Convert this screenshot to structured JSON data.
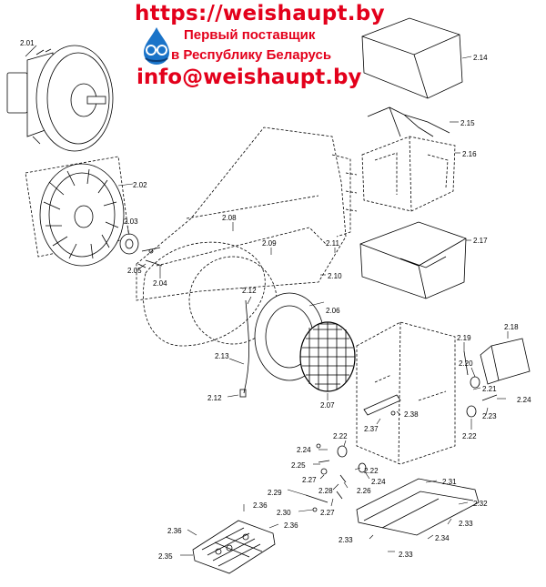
{
  "header": {
    "url": "https://weishaupt.by",
    "line1": "Первый поставщик",
    "line2": "в Республику Беларусь",
    "email": "info@weishaupt.by",
    "accent_color": "#e3001b",
    "logo_color": "#1a73c8"
  },
  "parts": [
    {
      "id": "p201",
      "label": "2.01"
    },
    {
      "id": "p202",
      "label": "2.02"
    },
    {
      "id": "p203",
      "label": "2.03"
    },
    {
      "id": "p204",
      "label": "2.04"
    },
    {
      "id": "p205",
      "label": "2.05"
    },
    {
      "id": "p206",
      "label": "2.06"
    },
    {
      "id": "p207",
      "label": "2.07"
    },
    {
      "id": "p208",
      "label": "2.08"
    },
    {
      "id": "p209",
      "label": "2.09"
    },
    {
      "id": "p210",
      "label": "2.10"
    },
    {
      "id": "p211",
      "label": "2.11"
    },
    {
      "id": "p212a",
      "label": "2.12"
    },
    {
      "id": "p212b",
      "label": "2.12"
    },
    {
      "id": "p213",
      "label": "2.13"
    },
    {
      "id": "p214",
      "label": "2.14"
    },
    {
      "id": "p215",
      "label": "2.15"
    },
    {
      "id": "p216",
      "label": "2.16"
    },
    {
      "id": "p217",
      "label": "2.17"
    },
    {
      "id": "p218",
      "label": "2.18"
    },
    {
      "id": "p219",
      "label": "2.19"
    },
    {
      "id": "p220",
      "label": "2.20"
    },
    {
      "id": "p221",
      "label": "2.21"
    },
    {
      "id": "p222a",
      "label": "2.22"
    },
    {
      "id": "p222b",
      "label": "2.22"
    },
    {
      "id": "p222c",
      "label": "2.22"
    },
    {
      "id": "p223",
      "label": "2.23"
    },
    {
      "id": "p224a",
      "label": "2.24"
    },
    {
      "id": "p224b",
      "label": "2.24"
    },
    {
      "id": "p224c",
      "label": "2.24"
    },
    {
      "id": "p225",
      "label": "2.25"
    },
    {
      "id": "p226",
      "label": "2.26"
    },
    {
      "id": "p227a",
      "label": "2.27"
    },
    {
      "id": "p227b",
      "label": "2.27"
    },
    {
      "id": "p228",
      "label": "2.28"
    },
    {
      "id": "p229",
      "label": "2.29"
    },
    {
      "id": "p230",
      "label": "2.30"
    },
    {
      "id": "p231",
      "label": "2.31"
    },
    {
      "id": "p232",
      "label": "2.32"
    },
    {
      "id": "p233a",
      "label": "2.33"
    },
    {
      "id": "p233b",
      "label": "2.33"
    },
    {
      "id": "p233c",
      "label": "2.33"
    },
    {
      "id": "p234",
      "label": "2.34"
    },
    {
      "id": "p235",
      "label": "2.35"
    },
    {
      "id": "p236a",
      "label": "2.36"
    },
    {
      "id": "p236b",
      "label": "2.36"
    },
    {
      "id": "p236c",
      "label": "2.36"
    },
    {
      "id": "p237",
      "label": "2.37"
    },
    {
      "id": "p238",
      "label": "2.38"
    }
  ]
}
